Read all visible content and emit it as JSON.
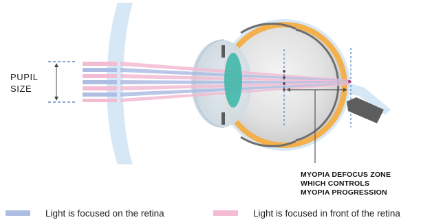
{
  "pupil_label": [
    "PUPIL",
    "SIZE"
  ],
  "zone_label": [
    "MYOPIA DEFOCUS ZONE",
    "WHICH CONTROLS",
    "MYOPIA PROGRESSION"
  ],
  "legend": [
    {
      "label": "Light is focused on the retina",
      "color": "#aebde3"
    },
    {
      "label": "Light is focused in front of the retina",
      "color": "#f3bcd3"
    }
  ],
  "colors": {
    "lens": "#d4e7f6",
    "sclera": "#f3b04c",
    "eyeball": "#dedede",
    "crystalline_lens": "#41b8aa",
    "dashed_lines": "#4a7fc0",
    "optic_nerve": "#5d5d5d"
  }
}
